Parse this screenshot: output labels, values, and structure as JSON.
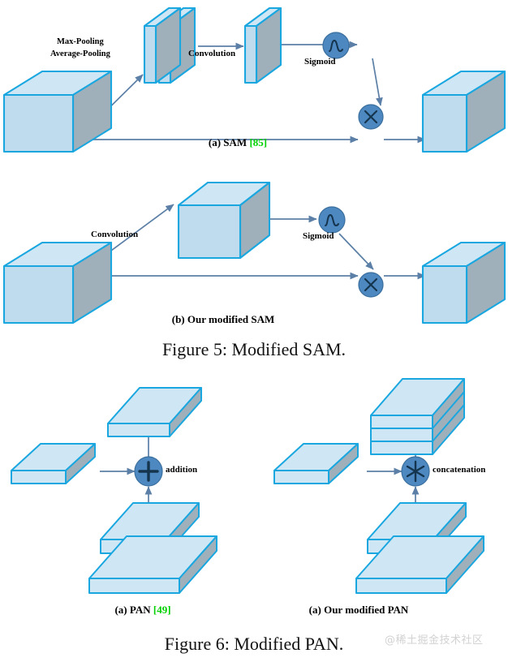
{
  "document": {
    "type": "academic-figure-page",
    "background_color": "#ffffff",
    "watermark": "@稀土掘金技术社区"
  },
  "palette": {
    "outline": "#1aa7e0",
    "face_front": "#bfdcef",
    "face_top": "#cfe6f5",
    "face_side": "#9fb0bb",
    "arrow": "#5b7fa6",
    "node_fill": "#4e88c0",
    "node_stroke": "#3a6f9e",
    "node_glyph": "#1c3b5a",
    "reference_green": "#00d000",
    "text_black": "#000000",
    "watermark_gray": "#d2d2d2"
  },
  "figure5": {
    "caption": "Figure 5: Modified SAM.",
    "panels": [
      {
        "id": "sam-original",
        "subcaption_text": "(a) SAM",
        "subcaption_ref": "[85]",
        "labels": [
          {
            "name": "max-pooling",
            "text": "Max-Pooling"
          },
          {
            "name": "average-pooling",
            "text": "Average-Pooling"
          },
          {
            "name": "convolution",
            "text": "Convolution"
          },
          {
            "name": "sigmoid",
            "text": "Sigmoid"
          }
        ],
        "nodes": [
          {
            "name": "sigmoid-node",
            "glyph": "sigmoid-curve"
          },
          {
            "name": "multiply-node",
            "glyph": "multiply"
          }
        ],
        "blocks": [
          {
            "name": "input-feature-cube",
            "shape": "cube"
          },
          {
            "name": "pooled-slab-pair",
            "shape": "thin-slab-pair"
          },
          {
            "name": "convolved-slab",
            "shape": "thin-slab"
          },
          {
            "name": "output-feature-cube",
            "shape": "cube"
          }
        ]
      },
      {
        "id": "sam-modified",
        "subcaption_text": "(b) Our modified SAM",
        "subcaption_ref": "",
        "labels": [
          {
            "name": "convolution",
            "text": "Convolution"
          },
          {
            "name": "sigmoid",
            "text": "Sigmoid"
          }
        ],
        "nodes": [
          {
            "name": "sigmoid-node",
            "glyph": "sigmoid-curve"
          },
          {
            "name": "multiply-node",
            "glyph": "multiply"
          }
        ],
        "blocks": [
          {
            "name": "input-feature-cube",
            "shape": "cube"
          },
          {
            "name": "convolved-feature-cube",
            "shape": "cube"
          },
          {
            "name": "output-feature-cube",
            "shape": "cube"
          }
        ]
      }
    ]
  },
  "figure6": {
    "caption": "Figure 6: Modified PAN.",
    "panels": [
      {
        "id": "pan-original",
        "subcaption_text": "(a) PAN",
        "subcaption_ref": "[49]",
        "operation_label": "addition",
        "operation_glyph": "plus",
        "blocks": [
          {
            "name": "output-slab-top",
            "shape": "slab"
          },
          {
            "name": "lateral-slab-left",
            "shape": "slab"
          },
          {
            "name": "bottom-slab-upper",
            "shape": "slab"
          },
          {
            "name": "bottom-slab-lower",
            "shape": "slab"
          }
        ]
      },
      {
        "id": "pan-modified",
        "subcaption_text": "(a) Our modified PAN",
        "subcaption_ref": "",
        "operation_label": "concatenation",
        "operation_glyph": "asterisk",
        "blocks": [
          {
            "name": "output-stacked-block-top",
            "shape": "stacked-slab-3"
          },
          {
            "name": "lateral-slab-left",
            "shape": "slab"
          },
          {
            "name": "bottom-slab-upper",
            "shape": "slab"
          },
          {
            "name": "bottom-slab-lower",
            "shape": "slab"
          }
        ]
      }
    ]
  }
}
